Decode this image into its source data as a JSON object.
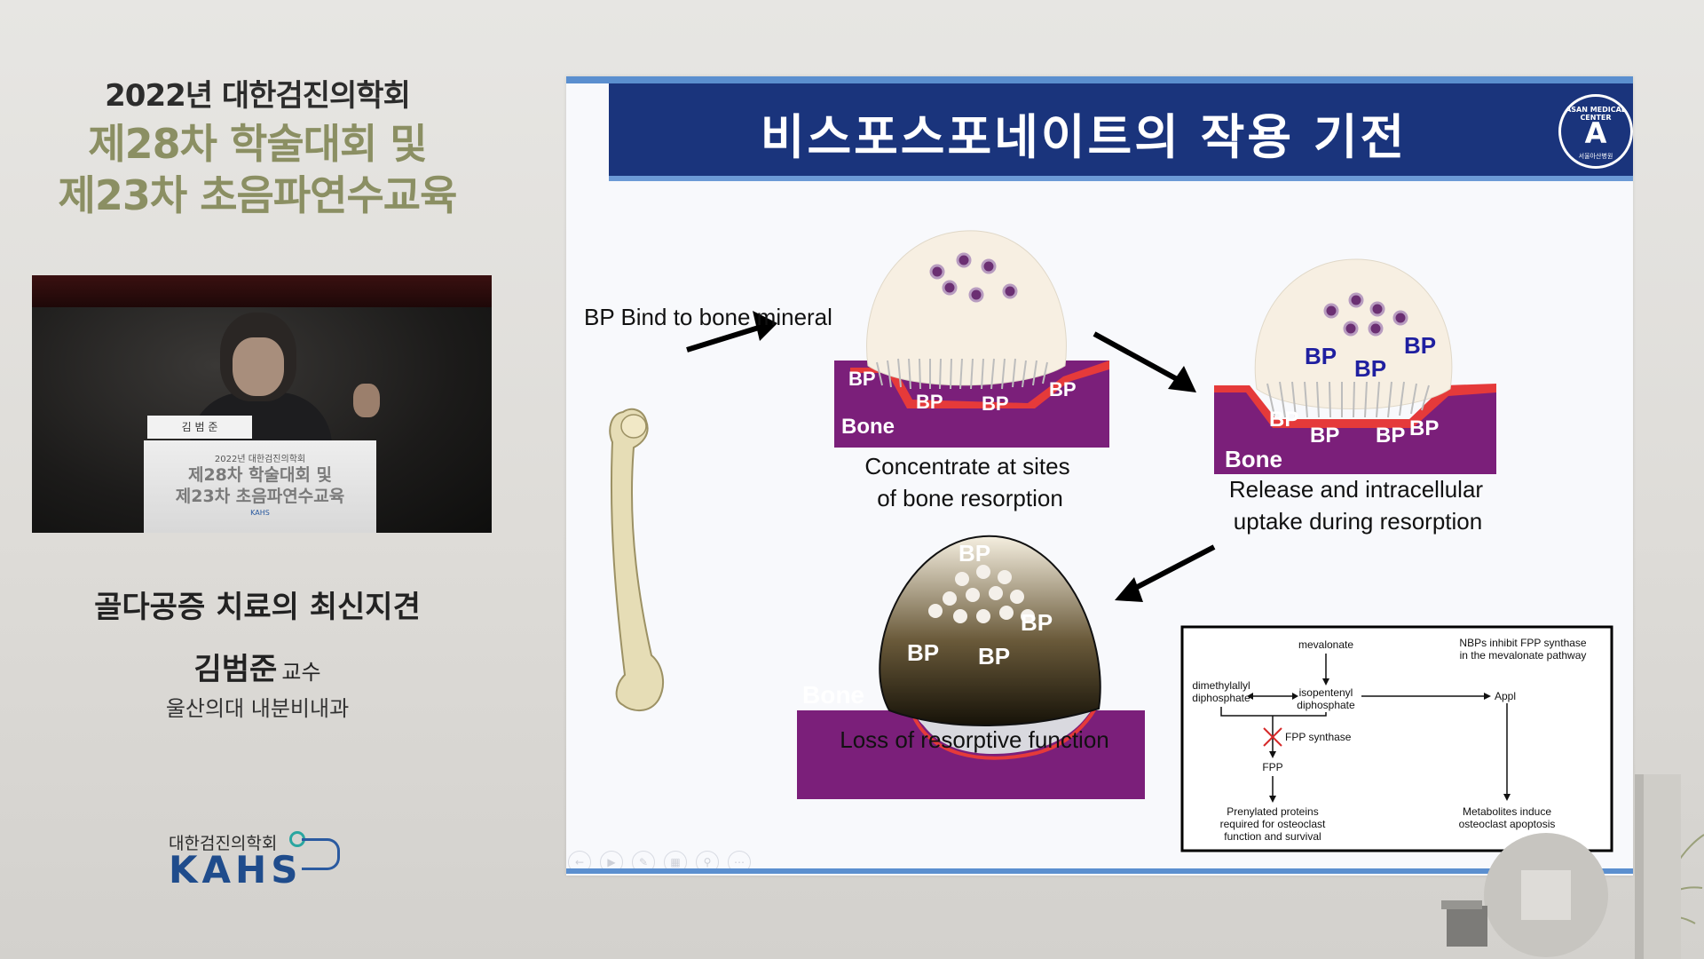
{
  "conference": {
    "year_line": "2022년 대한검진의학회",
    "line1": "제28차 학술대회 및",
    "line2": "제23차 초음파연수교육"
  },
  "video": {
    "nameplate": "김 범 준",
    "podium_year": "2022년 대한검진의학회",
    "podium_line1": "제28차 학술대회 및",
    "podium_line2": "제23차 초음파연수교육",
    "podium_logo": "KAHS"
  },
  "lecture": {
    "title": "골다공증 치료의 최신지견",
    "speaker_name": "김범준",
    "speaker_role": "교수",
    "affiliation": "울산의대 내분비내과"
  },
  "organization": {
    "name": "대한검진의학회",
    "logo_text": "KAHS"
  },
  "slide": {
    "title": "비스포스포네이트의 작용 기전",
    "seal_top": "ASAN MEDICAL CENTER",
    "seal_letter": "A",
    "seal_bottom": "서울아산병원",
    "step1_label": "BP Bind to bone mineral",
    "step2_caption_line1": "Concentrate at sites",
    "step2_caption_line2": "of bone resorption",
    "step3_caption_line1": "Release and intracellular",
    "step3_caption_line2": "uptake during resorption",
    "step4_caption": "Loss of resorptive function",
    "bp": "BP",
    "bone": "Bone",
    "pathway": {
      "mevalonate": "mevalonate",
      "note_line1": "NBPs inhibit FPP synthase",
      "note_line2": "in the mevalonate pathway",
      "dimethyl_line1": "dimethylallyl",
      "dimethyl_line2": "diphosphate",
      "isopentenyl_line1": "isopentenyl",
      "isopentenyl_line2": "diphosphate",
      "appl": "Appl",
      "fpp_synthase": "FPP synthase",
      "fpp": "FPP",
      "prenylated_line1": "Prenylated proteins",
      "prenylated_line2": "required for osteoclast",
      "prenylated_line3": "function and survival",
      "metabolites_line1": "Metabolites induce",
      "metabolites_line2": "osteoclast apoptosis"
    }
  },
  "colors": {
    "header_navy": "#1a347c",
    "accent_blue": "#5b8fcf",
    "bone_purple": "#7b1f7a",
    "bp_blue": "#1f1fa0",
    "olive_title": "#8b8f63",
    "kahs_blue": "#1f4c8c"
  },
  "icons": {
    "pres_controls": [
      "arrow-left-icon",
      "play-icon",
      "pen-icon",
      "slides-icon",
      "zoom-icon",
      "more-icon"
    ]
  }
}
